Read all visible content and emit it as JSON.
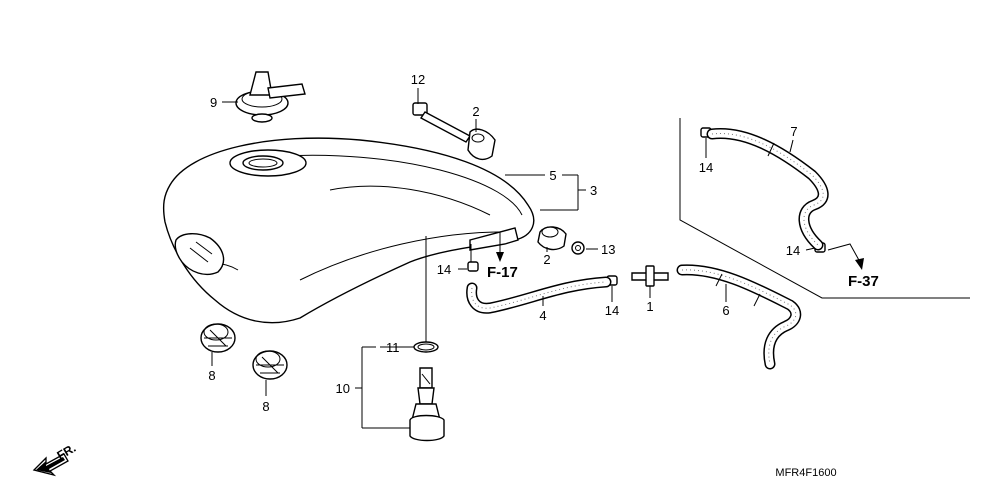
{
  "diagram": {
    "callouts": {
      "c1": "1",
      "c2a": "2",
      "c2b": "2",
      "c3": "3",
      "c4": "4",
      "c5": "5",
      "c6": "6",
      "c7": "7",
      "c8a": "8",
      "c8b": "8",
      "c9": "9",
      "c10": "10",
      "c11": "11",
      "c12": "12",
      "c13": "13",
      "c14a": "14",
      "c14b": "14",
      "c14c": "14",
      "c14d": "14"
    },
    "refs": {
      "f17": "F-17",
      "f37": "F-37"
    },
    "direction_label": "FR.",
    "diagram_code": "MFR4F1600"
  }
}
